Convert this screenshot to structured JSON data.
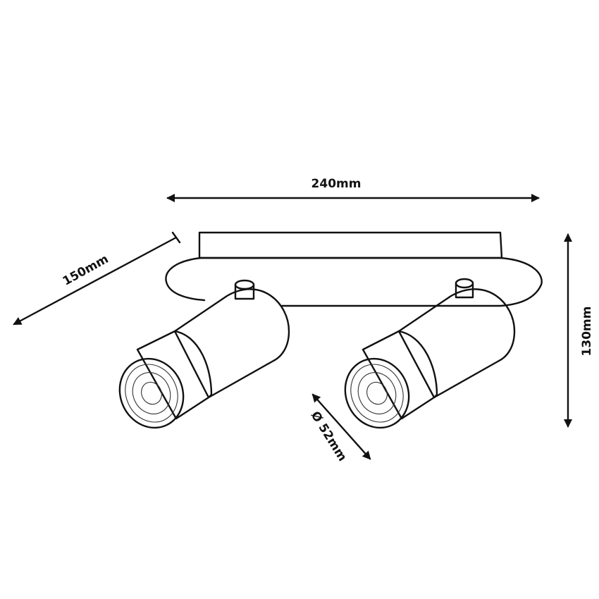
{
  "dimensions": {
    "width": "240mm",
    "depth": "150mm",
    "height": "130mm",
    "diameter": "Ø 52mm"
  },
  "colors": {
    "line": "#111111",
    "background": "#ffffff"
  }
}
